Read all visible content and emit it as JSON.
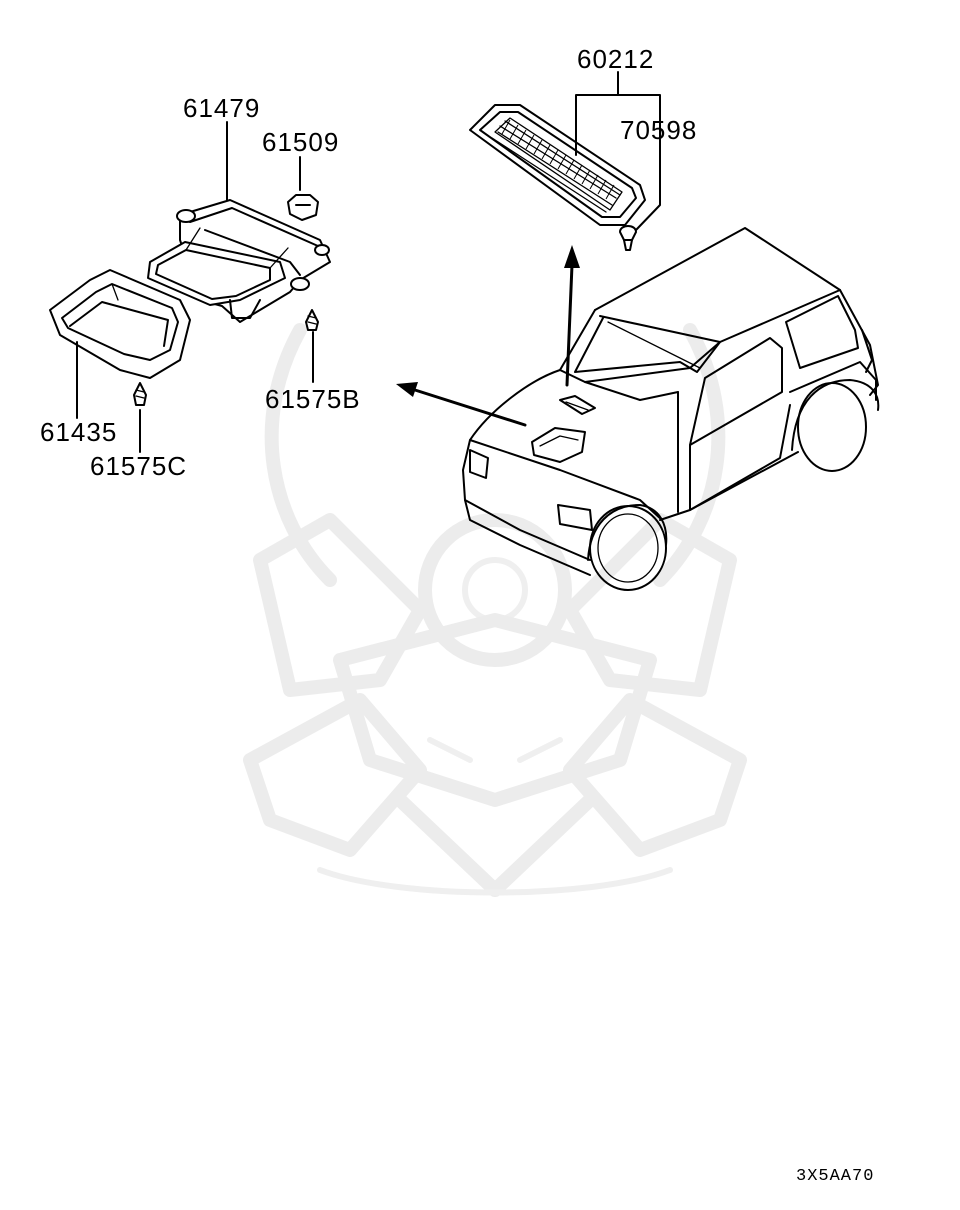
{
  "diagram": {
    "labels": {
      "grille_assy": "60212",
      "grille_clip": "70598",
      "duct": "61479",
      "duct_clip": "61509",
      "duct_screw": "61575B",
      "scoop_garnish": "61435",
      "garnish_screw": "61575C"
    },
    "figure_code": "3X5AA70"
  },
  "colors": {
    "line": "#000000",
    "background": "#ffffff",
    "watermark": "#ececec"
  }
}
